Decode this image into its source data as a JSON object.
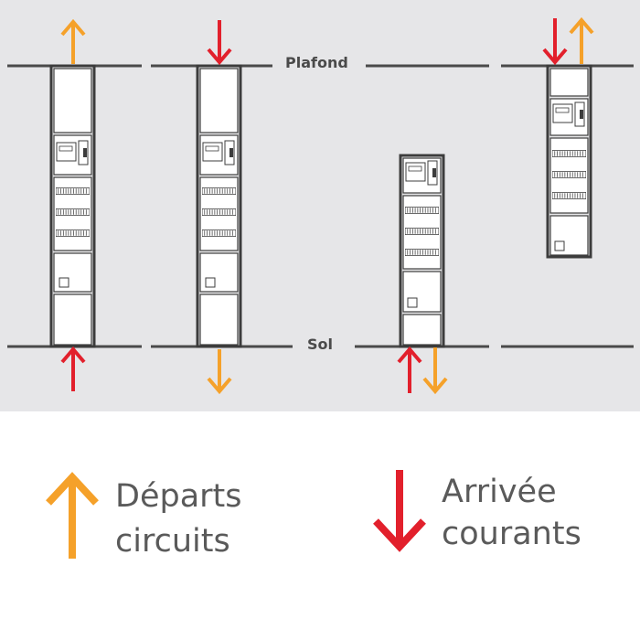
{
  "labels": {
    "ceiling": "Plafond",
    "floor": "Sol"
  },
  "legend": {
    "departures": {
      "line1": "Départs",
      "line2": "circuits"
    },
    "arrivals": {
      "line1": "Arrivée",
      "line2": "courants"
    }
  },
  "colors": {
    "departures_arrow": "#f5a12a",
    "arrivals_arrow": "#e2202c",
    "cabinet_stroke": "#3c3c3c",
    "background_top": "#e6e6e8",
    "background_bottom": "#ffffff"
  },
  "icons": {
    "departures": "arrow-up-icon",
    "arrivals": "arrow-down-icon"
  }
}
